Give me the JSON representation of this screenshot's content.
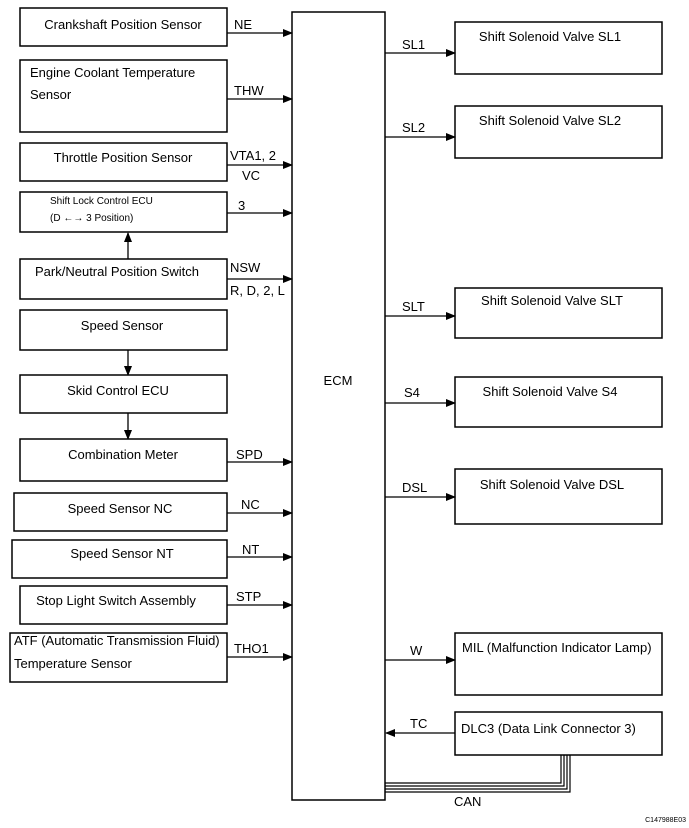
{
  "ecm_label": "ECM",
  "can_label": "CAN",
  "figure_code": "C147988E03",
  "inputs": [
    {
      "name": "Crankshaft Position Sensor",
      "signals": [
        "NE"
      ]
    },
    {
      "name": "Engine Coolant Temperature",
      "name2": "Sensor",
      "signals": [
        "THW"
      ]
    },
    {
      "name": "Throttle Position Sensor",
      "signals": [
        "VTA1, 2",
        "VC"
      ]
    },
    {
      "name": "Shift Lock Control ECU",
      "name2": "(D ←→ 3 Position)",
      "signals": [
        "3"
      ]
    },
    {
      "name": "Park/Neutral Position Switch",
      "signals": [
        "NSW",
        "R, D, 2, L"
      ]
    },
    {
      "name": "Speed Sensor"
    },
    {
      "name": "Skid Control ECU"
    },
    {
      "name": "Combination Meter",
      "signals": [
        "SPD"
      ]
    },
    {
      "name": "Speed Sensor NC",
      "signals": [
        "NC"
      ]
    },
    {
      "name": "Speed Sensor NT",
      "signals": [
        "NT"
      ]
    },
    {
      "name": "Stop Light Switch Assembly",
      "signals": [
        "STP"
      ]
    },
    {
      "name": "ATF (Automatic Transmission Fluid)",
      "name2": "Temperature Sensor",
      "signals": [
        "THO1"
      ]
    }
  ],
  "outputs": [
    {
      "name": "Shift Solenoid Valve SL1",
      "signal": "SL1"
    },
    {
      "name": "Shift Solenoid Valve SL2",
      "signal": "SL2"
    },
    {
      "name": "Shift Solenoid Valve SLT",
      "signal": "SLT"
    },
    {
      "name": "Shift Solenoid Valve S4",
      "signal": "S4"
    },
    {
      "name": "Shift Solenoid Valve DSL",
      "signal": "DSL"
    },
    {
      "name": "MIL (Malfunction Indicator Lamp)",
      "signal": "W"
    },
    {
      "name": "DLC3 (Data Link Connector 3)",
      "signal": "TC"
    }
  ]
}
